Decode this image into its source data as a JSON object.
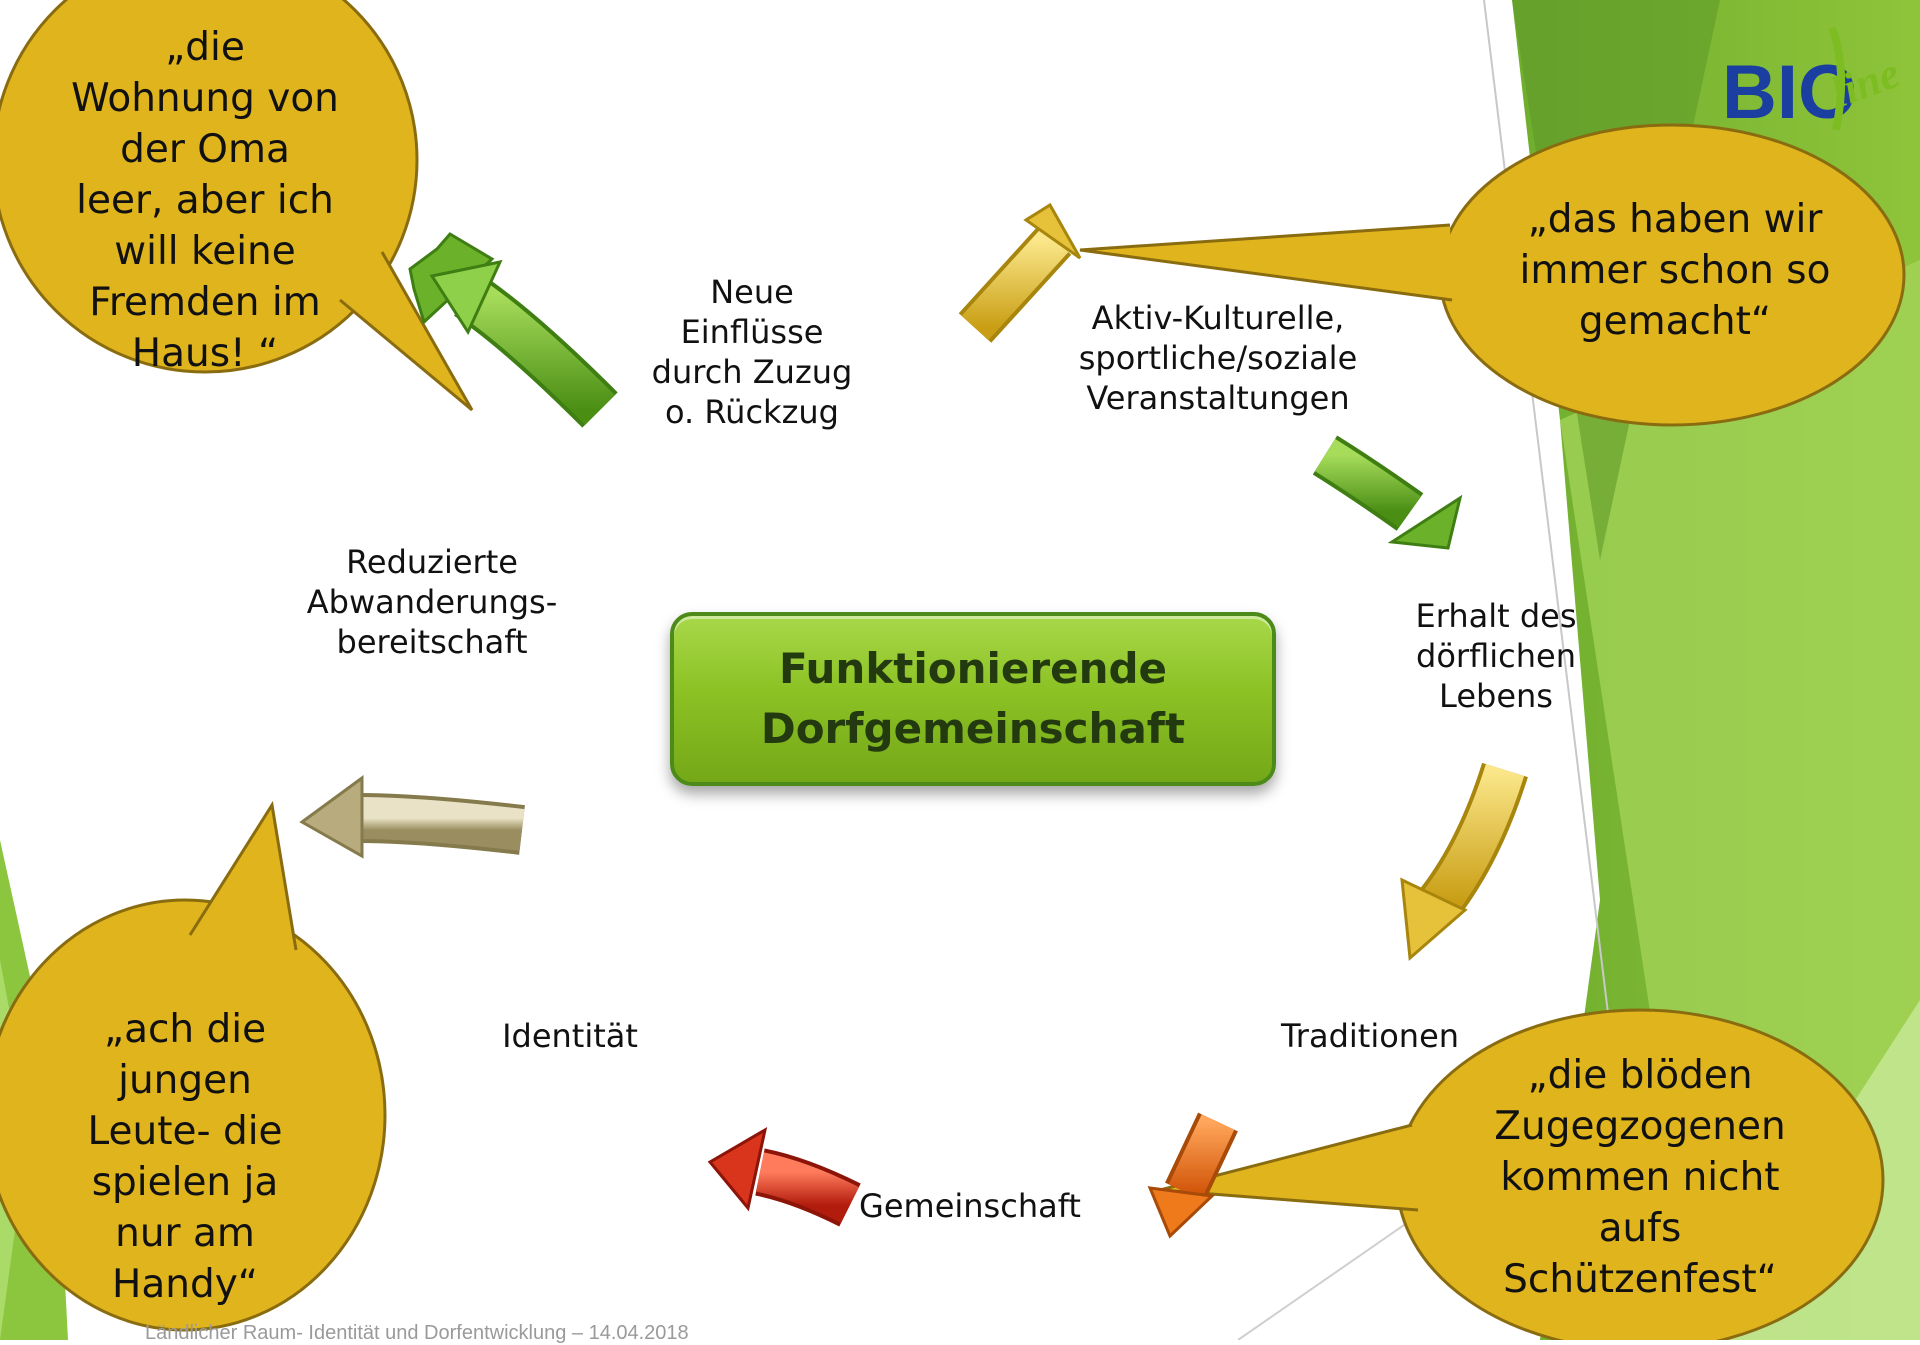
{
  "colors": {
    "bubble_fill": "#e0b41c",
    "bubble_stroke": "#8a6c10",
    "green_dark": "#5d9a1e",
    "green_light": "#8cc63f",
    "center_fill": "#8cc224",
    "arrow_green": "#6bb22a",
    "arrow_yellow": "#e5c23a",
    "arrow_orange": "#ee7a1c",
    "arrow_red": "#d8351c",
    "arrow_khaki": "#b8ac7e",
    "logo_blue": "#1b3fa0",
    "logo_green": "#7dbd22"
  },
  "center": {
    "title": "Funktionierende\nDorfgemeinschaft"
  },
  "cycle": {
    "neue_einfluesse": "Neue\nEinflüsse\ndurch Zuzug\no. Rückzug",
    "aktiv_kulturelle": "Aktiv-Kulturelle,\nsportliche/soziale\nVeranstaltungen",
    "erhalt": "Erhalt des\ndörflichen\nLebens",
    "traditionen": "Traditionen",
    "gemeinschaft": "Gemeinschaft",
    "identitaet": "Identität",
    "reduzierte": "Reduzierte\nAbwanderungs-\nbereitschaft"
  },
  "bubbles": {
    "oma": "„die\nWohnung von\nder Oma\nleer, aber ich\nwill keine\nFremden im\nHaus! “",
    "immer": "„das haben wir\nimmer schon so\ngemacht“",
    "jungen": "„ach die\njungen\nLeute- die\nspielen ja\nnur am\nHandy“",
    "bloeden": "„die blöden\nZugegzogenen\nkommen nicht\naufs\nSchützenfest“"
  },
  "logo": {
    "main": "BIO",
    "script": "line"
  },
  "footer": {
    "text": "Ländlicher Raum- Identität und Dorfentwicklung – 14.04.2018"
  }
}
